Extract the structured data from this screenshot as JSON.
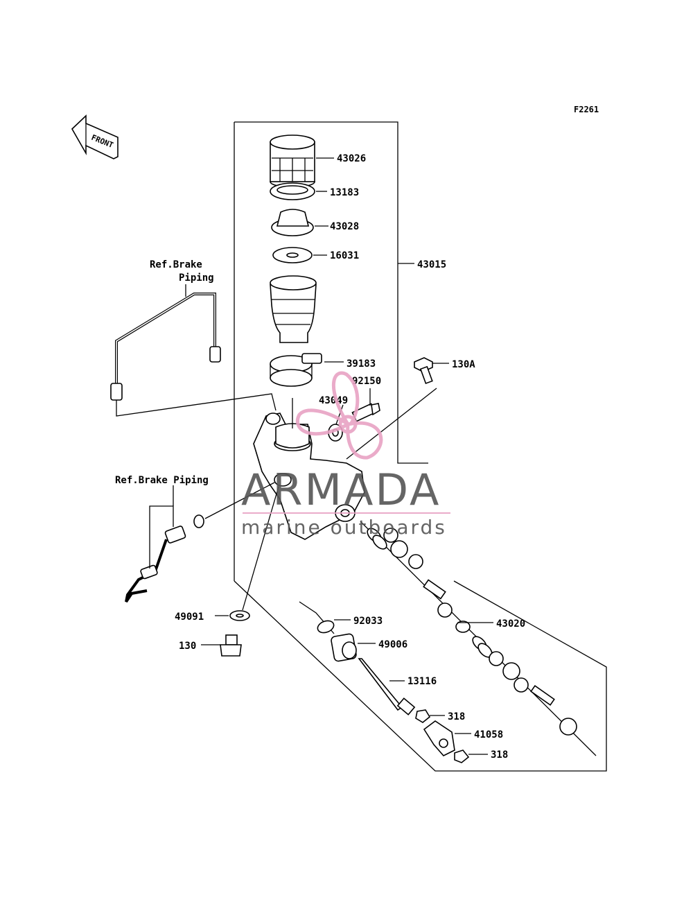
{
  "figure_code": "F2261",
  "front_arrow_label": "FRONT",
  "ref_labels": {
    "upper_line1": "Ref.Brake",
    "upper_line2": "Piping",
    "lower": "Ref.Brake Piping"
  },
  "parts": [
    {
      "id": "43026"
    },
    {
      "id": "13183"
    },
    {
      "id": "43028"
    },
    {
      "id": "16031"
    },
    {
      "id": "43015"
    },
    {
      "id": "39183"
    },
    {
      "id": "130A"
    },
    {
      "id": "92150"
    },
    {
      "id": "43049"
    },
    {
      "id": "43020"
    },
    {
      "id": "49091"
    },
    {
      "id": "92033"
    },
    {
      "id": "49006"
    },
    {
      "id": "130"
    },
    {
      "id": "13116"
    },
    {
      "id": "318"
    },
    {
      "id": "41058"
    },
    {
      "id": "318"
    }
  ],
  "watermark": {
    "brand": "ARMADA",
    "tagline": "marine outboards",
    "accent_color": "#e8a3c4",
    "text_color": "#555555"
  }
}
